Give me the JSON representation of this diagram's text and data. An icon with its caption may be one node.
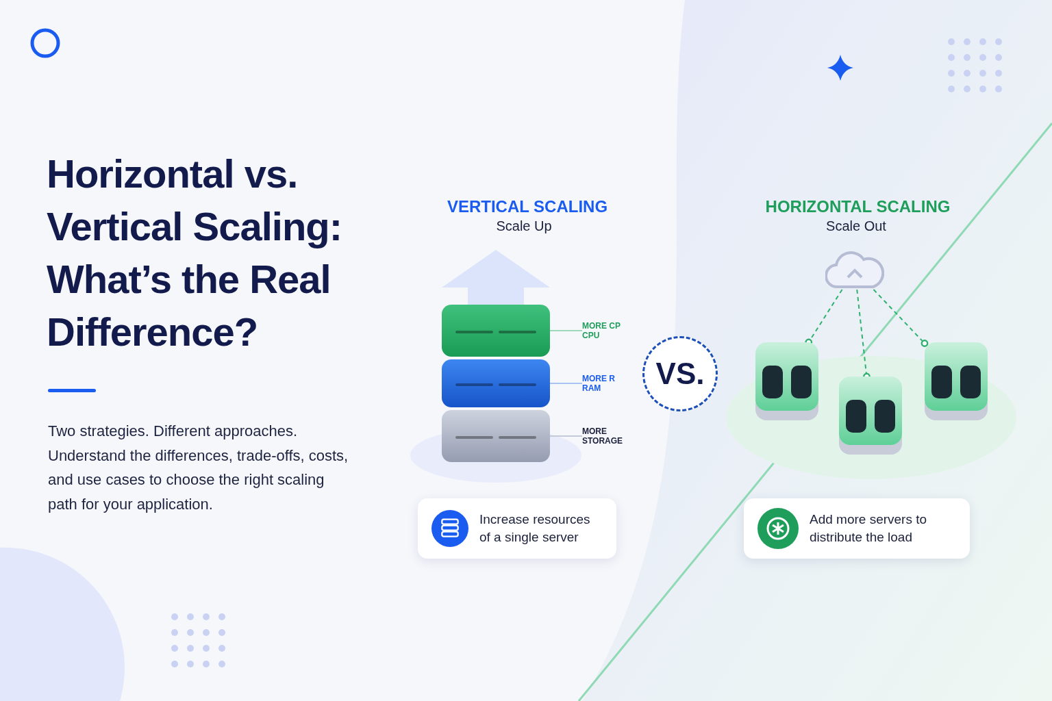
{
  "diagram": {
    "title": "Horizontal vs. Vertical Scaling: What’s the Real Difference?",
    "nodes": [
      {
        "text": [],
        "shape": "box"
      },
      {
        "text": [],
        "shape": "box"
      },
      {
        "text": [],
        "shape": "box"
      },
      {
        "text": [
          "MORE CP CPU"
        ]
      },
      {
        "text": [
          "MORE R RAM"
        ]
      },
      {
        "text": [
          "MORE STORAGE"
        ]
      },
      {
        "text": [
          "VS."
        ]
      },
      {
        "text": [],
        "shape": "cloud"
      },
      {
        "text": [],
        "shape": "box"
      },
      {
        "text": [],
        "shape": "box"
      },
      {
        "text": [],
        "shape": "box"
      },
      {
        "text": [
          "Increase resources of a single server"
        ]
      },
      {
        "text": [
          "Add more servers to distribute the load"
        ]
      }
    ],
    "edges": [
      {
        "from": 3,
        "to": 0,
        "arrow": "none",
        "color": "#9fd8bb"
      },
      {
        "from": 4,
        "to": 1,
        "arrow": "none",
        "color": "#a9c4f2"
      },
      {
        "from": 5,
        "to": 2,
        "arrow": "none",
        "color": "#c4cad8"
      },
      {
        "from": 7,
        "to": 8,
        "arrow": "other",
        "style": "dashed",
        "color": "#2fb170"
      },
      {
        "from": 7,
        "to": 9,
        "arrow": "other",
        "style": "dashed",
        "color": "#2fb170"
      },
      {
        "from": 7,
        "to": 10,
        "arrow": "other",
        "style": "dashed",
        "color": "#2fb170"
      }
    ],
    "labels": [
      "Two strategies. Different approaches. Understand the differences, trade-offs, costs, and use cases to choose the right scaling path for your application.",
      "VERTICAL SCALING",
      "Scale Up",
      "HORIZONTAL SCALING",
      "Scale Out"
    ]
  }
}
